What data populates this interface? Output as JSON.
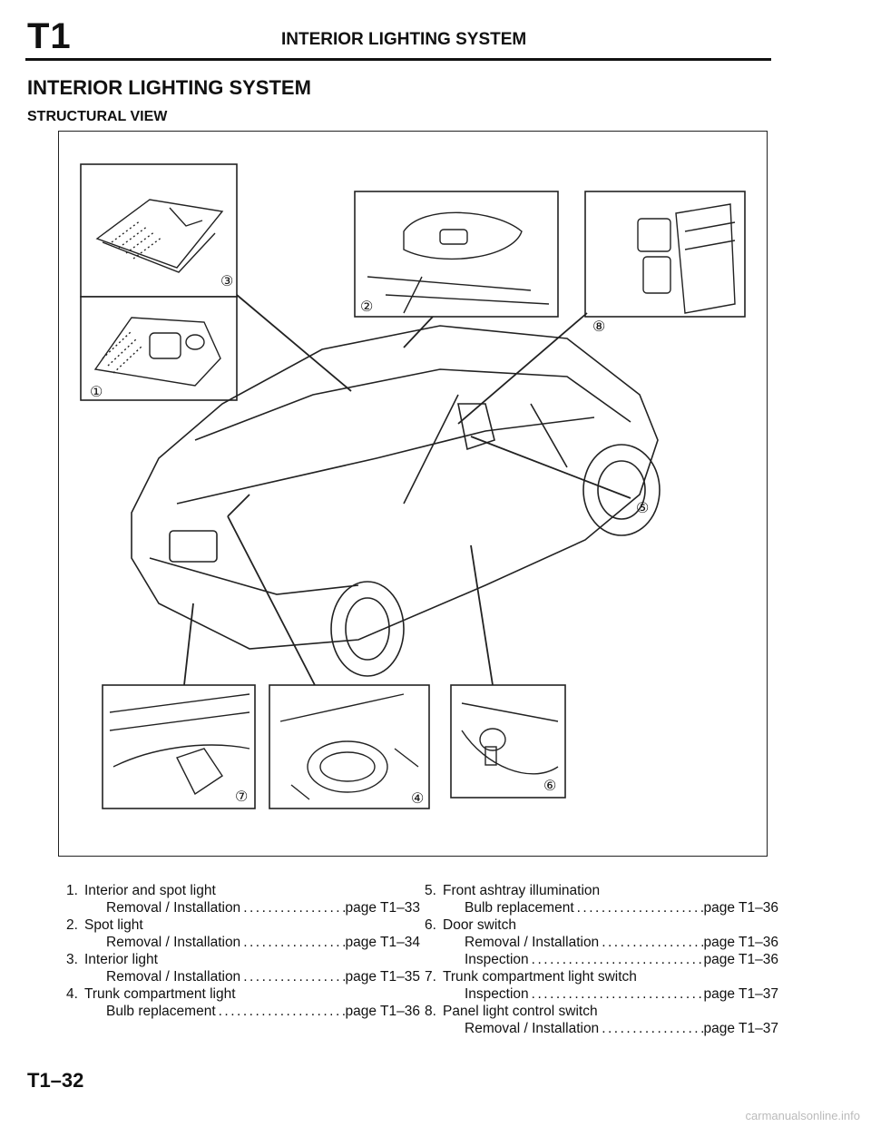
{
  "header": {
    "code": "T1",
    "title": "INTERIOR LIGHTING SYSTEM"
  },
  "section": {
    "title": "INTERIOR LIGHTING SYSTEM",
    "subtitle": "STRUCTURAL VIEW"
  },
  "callouts": [
    "①",
    "②",
    "③",
    "④",
    "⑤",
    "⑥",
    "⑦",
    "⑧"
  ],
  "legend": {
    "col1": [
      {
        "num": "1.",
        "name": "Interior and spot light",
        "subs": [
          {
            "label": "Removal / Installation",
            "page": "page T1–33"
          }
        ]
      },
      {
        "num": "2.",
        "name": "Spot light",
        "subs": [
          {
            "label": "Removal / Installation",
            "page": "page T1–34"
          }
        ]
      },
      {
        "num": "3.",
        "name": "Interior light",
        "subs": [
          {
            "label": "Removal / Installation",
            "page": "page T1–35"
          }
        ]
      },
      {
        "num": "4.",
        "name": "Trunk compartment light",
        "subs": [
          {
            "label": "Bulb replacement",
            "page": "page T1–36"
          }
        ]
      }
    ],
    "col2": [
      {
        "num": "5.",
        "name": "Front ashtray illumination",
        "subs": [
          {
            "label": "Bulb replacement",
            "page": "page T1–36"
          }
        ]
      },
      {
        "num": "6.",
        "name": "Door switch",
        "subs": [
          {
            "label": "Removal / Installation",
            "page": "page T1–36"
          },
          {
            "label": "Inspection",
            "page": "page T1–36"
          }
        ]
      },
      {
        "num": "7.",
        "name": "Trunk compartment light switch",
        "subs": [
          {
            "label": "Inspection",
            "page": "page T1–37"
          }
        ]
      },
      {
        "num": "8.",
        "name": "Panel light control switch",
        "subs": [
          {
            "label": "Removal / Installation",
            "page": "page T1–37"
          }
        ]
      }
    ]
  },
  "footer": {
    "page": "T1–32"
  },
  "watermark": "carmanualsonline.info"
}
